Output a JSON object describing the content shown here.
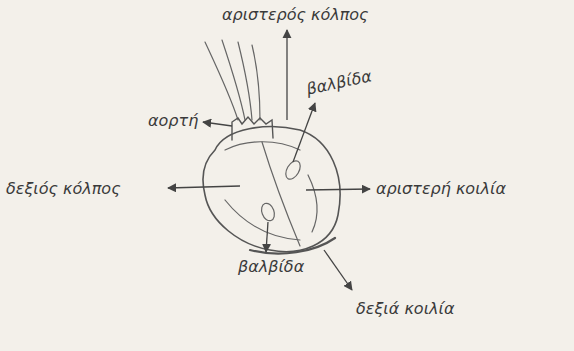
{
  "diagram": {
    "labels": [
      "αριστερός κόλπος",
      "αορτή",
      "βαλβίδα",
      "δεξιός κόλπος",
      "αριστερή κοιλία",
      "βαλβίδα",
      "δεξιά κοιλία"
    ]
  }
}
